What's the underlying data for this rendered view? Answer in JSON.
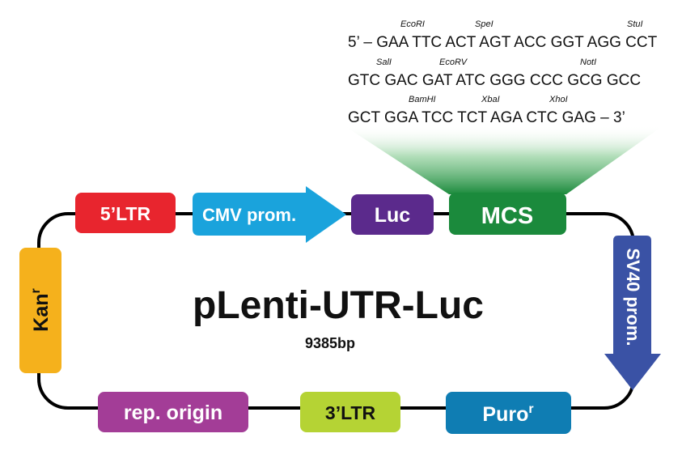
{
  "title": "pLenti-UTR-Luc",
  "size": "9385bp",
  "mcs_sequence": {
    "line1": "5’ – GAA TTC ACT AGT ACC GGT AGG CCT",
    "line2": "GTC GAC GAT ATC GGG CCC GCG GCC",
    "line3": "GCT GGA TCC TCT AGA CTC GAG – 3’"
  },
  "restriction_sites": {
    "ecori": "EcoRI",
    "spei": "SpeI",
    "stui": "StuI",
    "sali": "SalI",
    "ecorv": "EcoRV",
    "noti": "NotI",
    "bamhi": "BamHI",
    "xbai": "XbaI",
    "xhoi": "XhoI"
  },
  "elements": {
    "ltr5": {
      "label": "5’LTR",
      "color": "#e8252e"
    },
    "cmv": {
      "label": "CMV prom.",
      "color": "#1aa3dc"
    },
    "luc": {
      "label": "Luc",
      "color": "#5b2a8c"
    },
    "mcs": {
      "label": "MCS",
      "color": "#1b8a3c"
    },
    "sv40": {
      "label": "SV40 prom.",
      "color": "#3a52a5"
    },
    "puro": {
      "label": "Puro",
      "superscript": "r",
      "color": "#0f7db3"
    },
    "ltr3": {
      "label": "3’LTR",
      "color": "#b5d334"
    },
    "rep_origin": {
      "label": "rep. origin",
      "color": "#a33d97"
    },
    "kan": {
      "label": "Kan",
      "superscript": "r",
      "color": "#f5b11c"
    }
  }
}
